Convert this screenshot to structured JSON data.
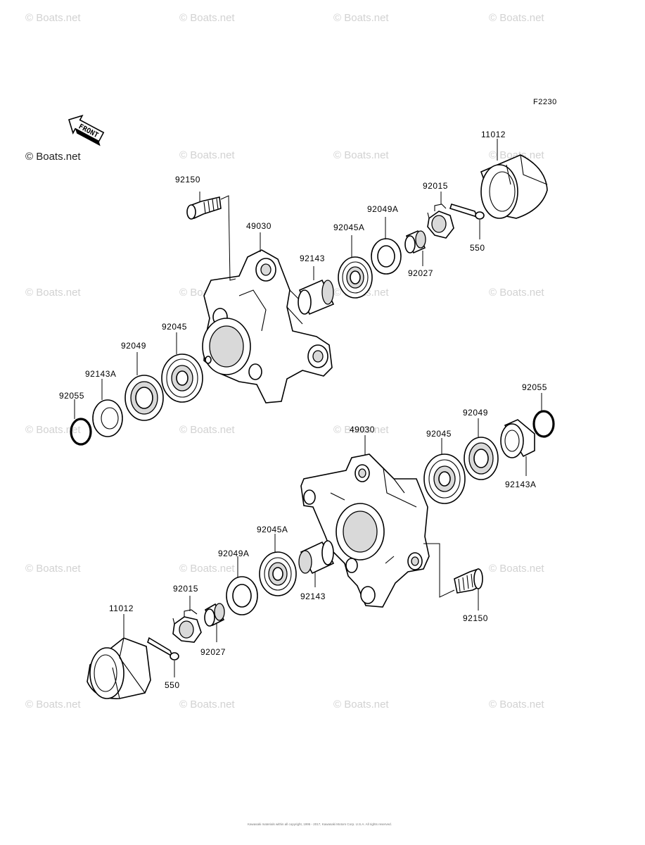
{
  "figure_code": "F2230",
  "front_arrow_label": "FRONT",
  "watermark": "© Boats.net",
  "copyright": "Kawasaki materials within all copyright, 1995 - 2017, Kawasaki Motors Corp. U.S.A. All rights reserved.",
  "upper_assembly": {
    "cap": "11012",
    "bolt": "92150",
    "hub": "49030",
    "cotter_pin": "550",
    "castle_nut": "92015",
    "washer": "92027",
    "seal_a": "92049A",
    "bearing_a": "92045A",
    "spacer": "92143",
    "bearing": "92045",
    "seal": "92049",
    "collar": "92143A",
    "o_ring": "92055"
  },
  "lower_assembly": {
    "o_ring": "92055",
    "seal": "92049",
    "bearing": "92045",
    "hub": "49030",
    "collar": "92143A",
    "bearing_a": "92045A",
    "seal_a": "92049A",
    "spacer": "92143",
    "bolt": "92150",
    "castle_nut": "92015",
    "washer": "92027",
    "cap": "11012",
    "cotter_pin": "550"
  }
}
